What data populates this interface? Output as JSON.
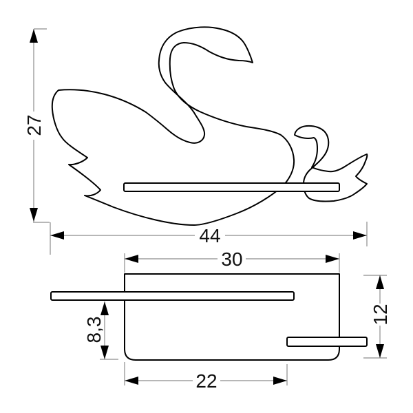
{
  "drawing": {
    "type": "technical-dimension-drawing",
    "subject": "swan wall lamp with shelf",
    "colors": {
      "background": "#ffffff",
      "outline": "#000000",
      "dimension_line": "#8c8c8c",
      "text": "#111111"
    },
    "front_view": {
      "height_label": "27",
      "width_label": "44"
    },
    "side_view": {
      "top_width_label": "30",
      "right_height_label": "12",
      "shelf_drop_label": "8,3",
      "bottom_width_label": "22"
    }
  }
}
